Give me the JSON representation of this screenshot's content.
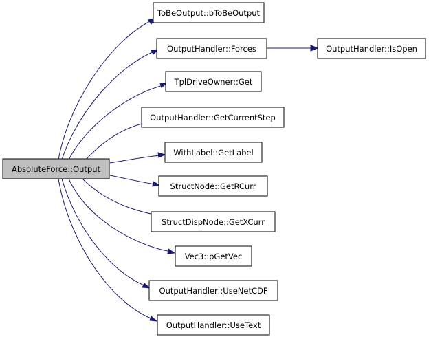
{
  "root": {
    "label": "AbsoluteForce::Output",
    "fill": "#bfbfbf"
  },
  "callees": [
    {
      "label": "ToBeOutput::bToBeOutput"
    },
    {
      "label": "OutputHandler::Forces"
    },
    {
      "label": "TplDriveOwner::Get"
    },
    {
      "label": "OutputHandler::GetCurrentStep"
    },
    {
      "label": "WithLabel::GetLabel"
    },
    {
      "label": "StructNode::GetRCurr"
    },
    {
      "label": "StructDispNode::GetXCurr"
    },
    {
      "label": "Vec3::pGetVec"
    },
    {
      "label": "OutputHandler::UseNetCDF"
    },
    {
      "label": "OutputHandler::UseText"
    }
  ],
  "secondary": [
    {
      "label": "OutputHandler::IsOpen",
      "caller": "OutputHandler::Forces"
    }
  ],
  "colors": {
    "node_fill": "#ffffff",
    "root_fill": "#bfbfbf",
    "border": "#000000",
    "edge": "#191970"
  }
}
